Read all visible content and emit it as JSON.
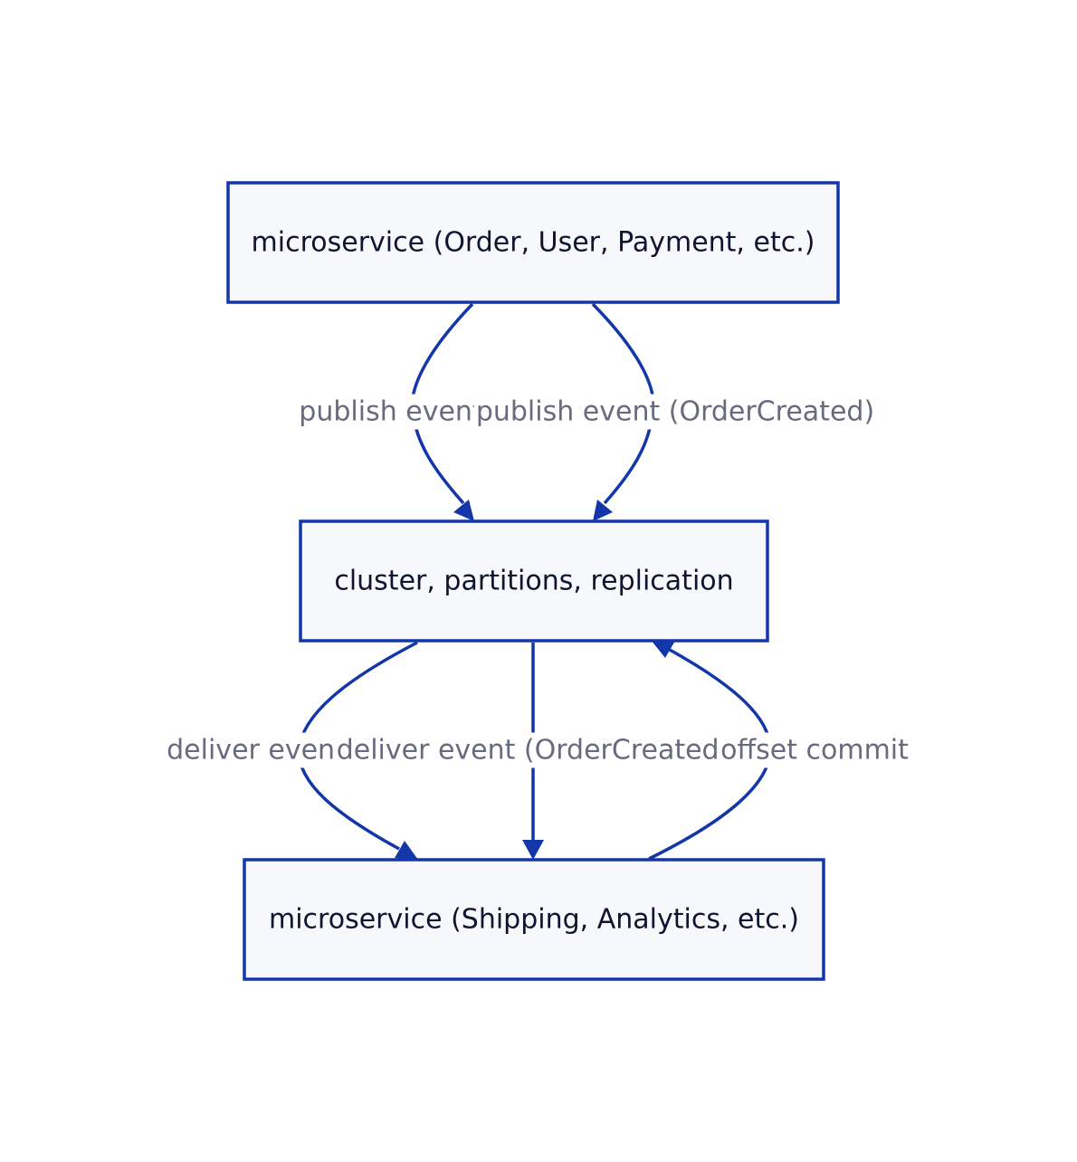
{
  "colors": {
    "node_fill": "#f6f8fc",
    "node_stroke": "#1336a8",
    "edge": "#1336a8",
    "node_text": "#0d1530",
    "edge_label_text": "#666b7e",
    "background": "#ffffff"
  },
  "nodes": {
    "producer": {
      "label": "microservice (Order, User, Payment, etc.)"
    },
    "broker": {
      "label": "cluster, partitions, replication"
    },
    "consumer": {
      "label": "microservice (Shipping, Analytics, etc.)"
    }
  },
  "edges": {
    "publish_generic": {
      "from": "producer",
      "to": "broker",
      "label": "publish event"
    },
    "publish_specific": {
      "from": "producer",
      "to": "broker",
      "label": "publish event (OrderCreated)"
    },
    "deliver_generic": {
      "from": "broker",
      "to": "consumer",
      "label": "deliver event"
    },
    "deliver_specific": {
      "from": "broker",
      "to": "consumer",
      "label": "deliver event (OrderCreated)"
    },
    "offset_commit": {
      "from": "consumer",
      "to": "broker",
      "label": "offset commit"
    }
  }
}
